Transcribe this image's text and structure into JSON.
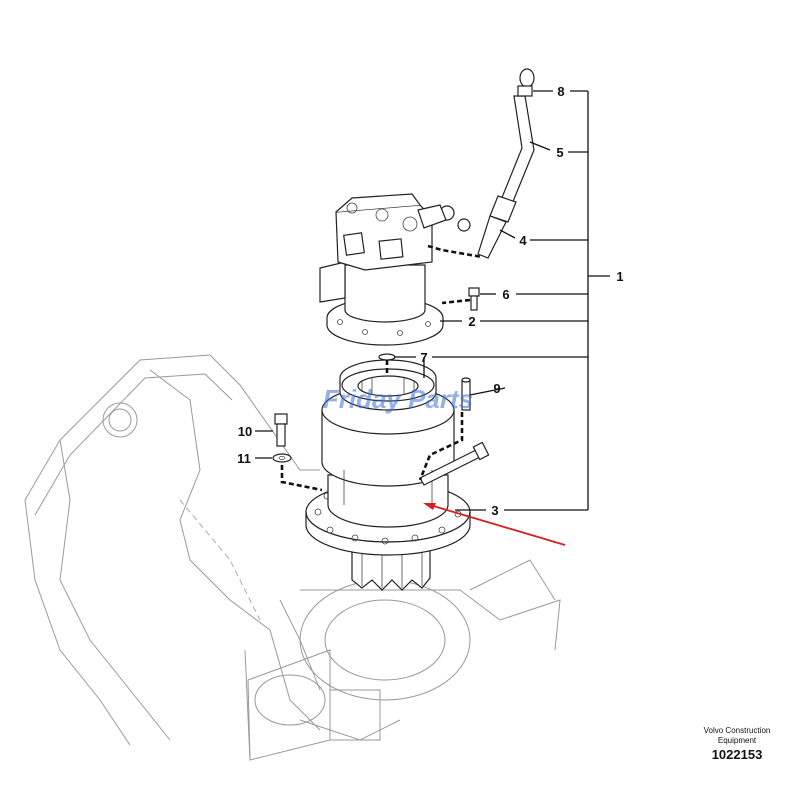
{
  "callouts": [
    {
      "id": "8",
      "label": "8"
    },
    {
      "id": "5",
      "label": "5"
    },
    {
      "id": "4",
      "label": "4"
    },
    {
      "id": "1",
      "label": "1"
    },
    {
      "id": "6",
      "label": "6"
    },
    {
      "id": "2",
      "label": "2"
    },
    {
      "id": "7",
      "label": "7"
    },
    {
      "id": "9",
      "label": "9"
    },
    {
      "id": "10",
      "label": "10"
    },
    {
      "id": "11",
      "label": "11"
    },
    {
      "id": "3",
      "label": "3"
    }
  ],
  "watermark": {
    "text": "Friday Parts",
    "color": "#3a6fd8"
  },
  "caption": {
    "brand": "Volvo Construction Equipment",
    "number": "1022153"
  },
  "colors": {
    "arrow": "#d42020",
    "line": "#111111",
    "frame": "#999999"
  }
}
